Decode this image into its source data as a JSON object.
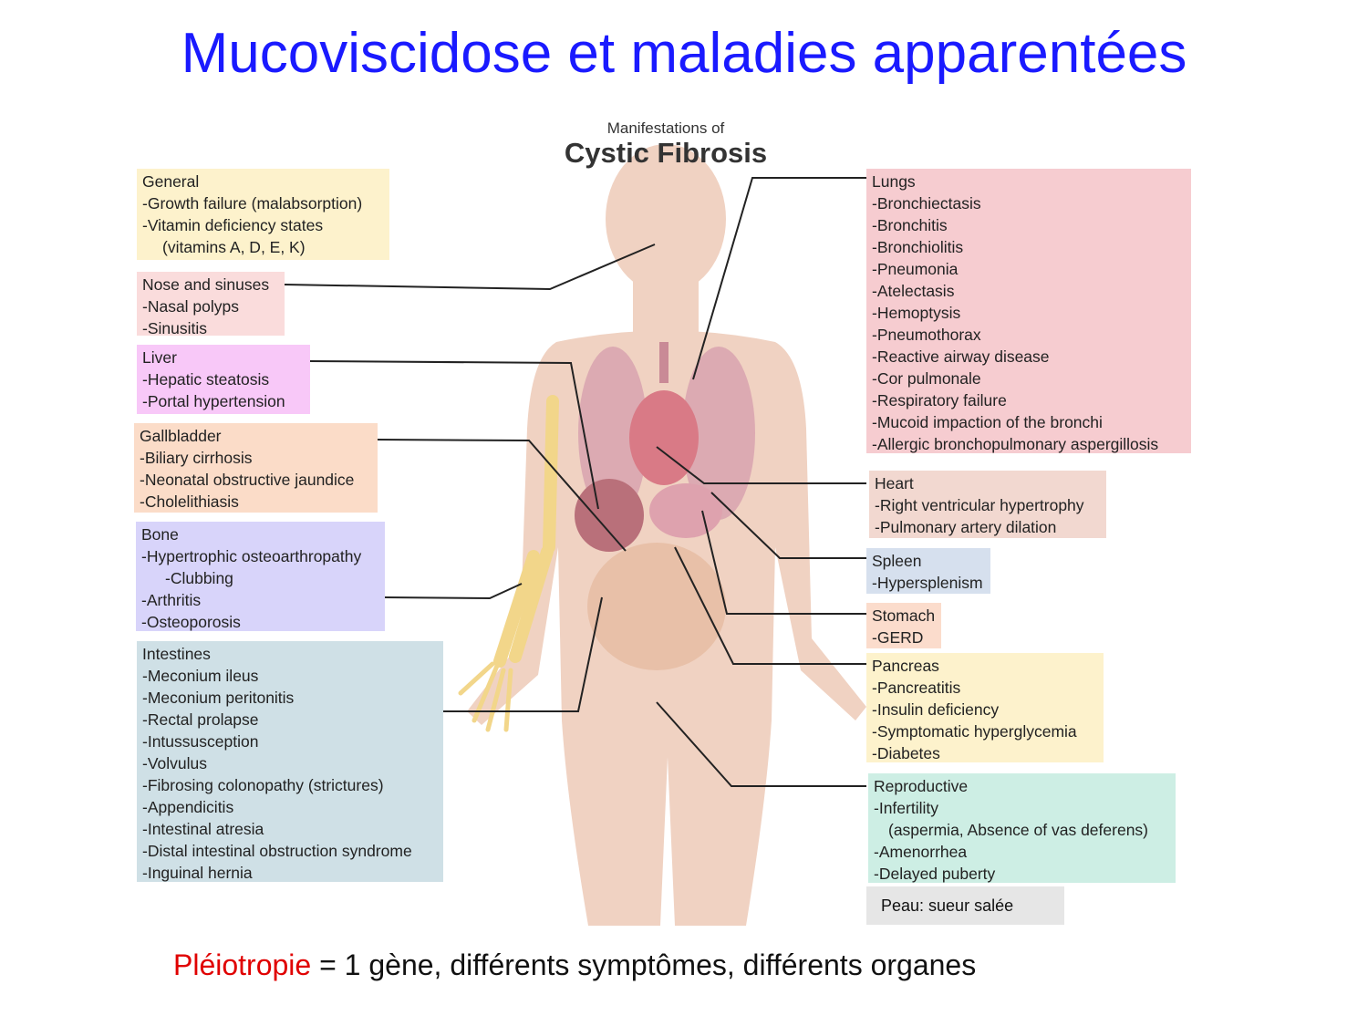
{
  "title": "Mucoviscidose et maladies apparentées",
  "figure": {
    "subtitle": "Manifestations of",
    "title": "Cystic Fibrosis"
  },
  "colors": {
    "title": "#1a1aff",
    "keyword": "#e00000",
    "general": "#fdf2cc",
    "nose": "#fadcdc",
    "liver": "#f8c8f8",
    "gallbladder": "#fbdcc8",
    "bone": "#d8d4fa",
    "intestines": "#cfe0e6",
    "lungs": "#f6ccd0",
    "heart": "#f2d8d0",
    "spleen": "#d6e0ee",
    "stomach": "#fbdccc",
    "pancreas": "#fdf2cc",
    "reproductive": "#cdeee4",
    "body": "#f0d2c2",
    "skin_box": "#e6e6e6"
  },
  "boxes": {
    "general": {
      "head": "General",
      "items": [
        "-Growth failure (malabsorption)",
        "-Vitamin deficiency states",
        "(vitamins A, D, E, K)"
      ]
    },
    "nose": {
      "head": "Nose and sinuses",
      "items": [
        "-Nasal polyps",
        "-Sinusitis"
      ]
    },
    "liver": {
      "head": "Liver",
      "items": [
        "-Hepatic steatosis",
        "-Portal hypertension"
      ]
    },
    "gallbladder": {
      "head": "Gallbladder",
      "items": [
        "-Biliary cirrhosis",
        "-Neonatal obstructive jaundice",
        "-Cholelithiasis"
      ]
    },
    "bone": {
      "head": "Bone",
      "items": [
        "-Hypertrophic osteoarthropathy",
        "-Clubbing",
        "-Arthritis",
        "-Osteoporosis"
      ]
    },
    "intestines": {
      "head": "Intestines",
      "items": [
        "-Meconium ileus",
        "-Meconium peritonitis",
        "-Rectal prolapse",
        "-Intussusception",
        "-Volvulus",
        "-Fibrosing colonopathy (strictures)",
        "-Appendicitis",
        "-Intestinal atresia",
        "-Distal intestinal obstruction syndrome",
        "-Inguinal hernia"
      ]
    },
    "lungs": {
      "head": "Lungs",
      "items": [
        "-Bronchiectasis",
        "-Bronchitis",
        "-Bronchiolitis",
        "-Pneumonia",
        "-Atelectasis",
        "-Hemoptysis",
        "-Pneumothorax",
        "-Reactive airway disease",
        "-Cor pulmonale",
        "-Respiratory failure",
        "-Mucoid impaction of the bronchi",
        "-Allergic bronchopulmonary aspergillosis"
      ]
    },
    "heart": {
      "head": "Heart",
      "items": [
        "-Right ventricular hypertrophy",
        "-Pulmonary artery dilation"
      ]
    },
    "spleen": {
      "head": "Spleen",
      "items": [
        "-Hypersplenism"
      ]
    },
    "stomach": {
      "head": "Stomach",
      "items": [
        "-GERD"
      ]
    },
    "pancreas": {
      "head": "Pancreas",
      "items": [
        "-Pancreatitis",
        "-Insulin deficiency",
        "-Symptomatic hyperglycemia",
        "-Diabetes"
      ]
    },
    "reproductive": {
      "head": "Reproductive",
      "items": [
        "-Infertility",
        "(aspermia, Absence of vas deferens)",
        "-Amenorrhea",
        "-Delayed puberty"
      ]
    }
  },
  "skin_note": "Peau: sueur salée",
  "footer": {
    "keyword": "Pléiotropie",
    "equals": " = ",
    "rest": "1 gène, différents symptômes, différents organes"
  }
}
